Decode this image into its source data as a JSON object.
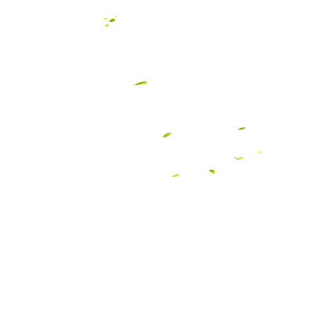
{
  "canvas": {
    "background": "#ffffff"
  },
  "palette": {
    "green": "#86b800",
    "yellow_green": "#c7dd00",
    "yellow": "#ffe64d"
  },
  "marks": [
    {
      "name": "yellow-green-leaf-mark",
      "color": "yellow_green"
    },
    {
      "name": "green-leaf-mark",
      "color": "green"
    },
    {
      "name": "yellow-speck-mark",
      "color": "yellow"
    }
  ]
}
